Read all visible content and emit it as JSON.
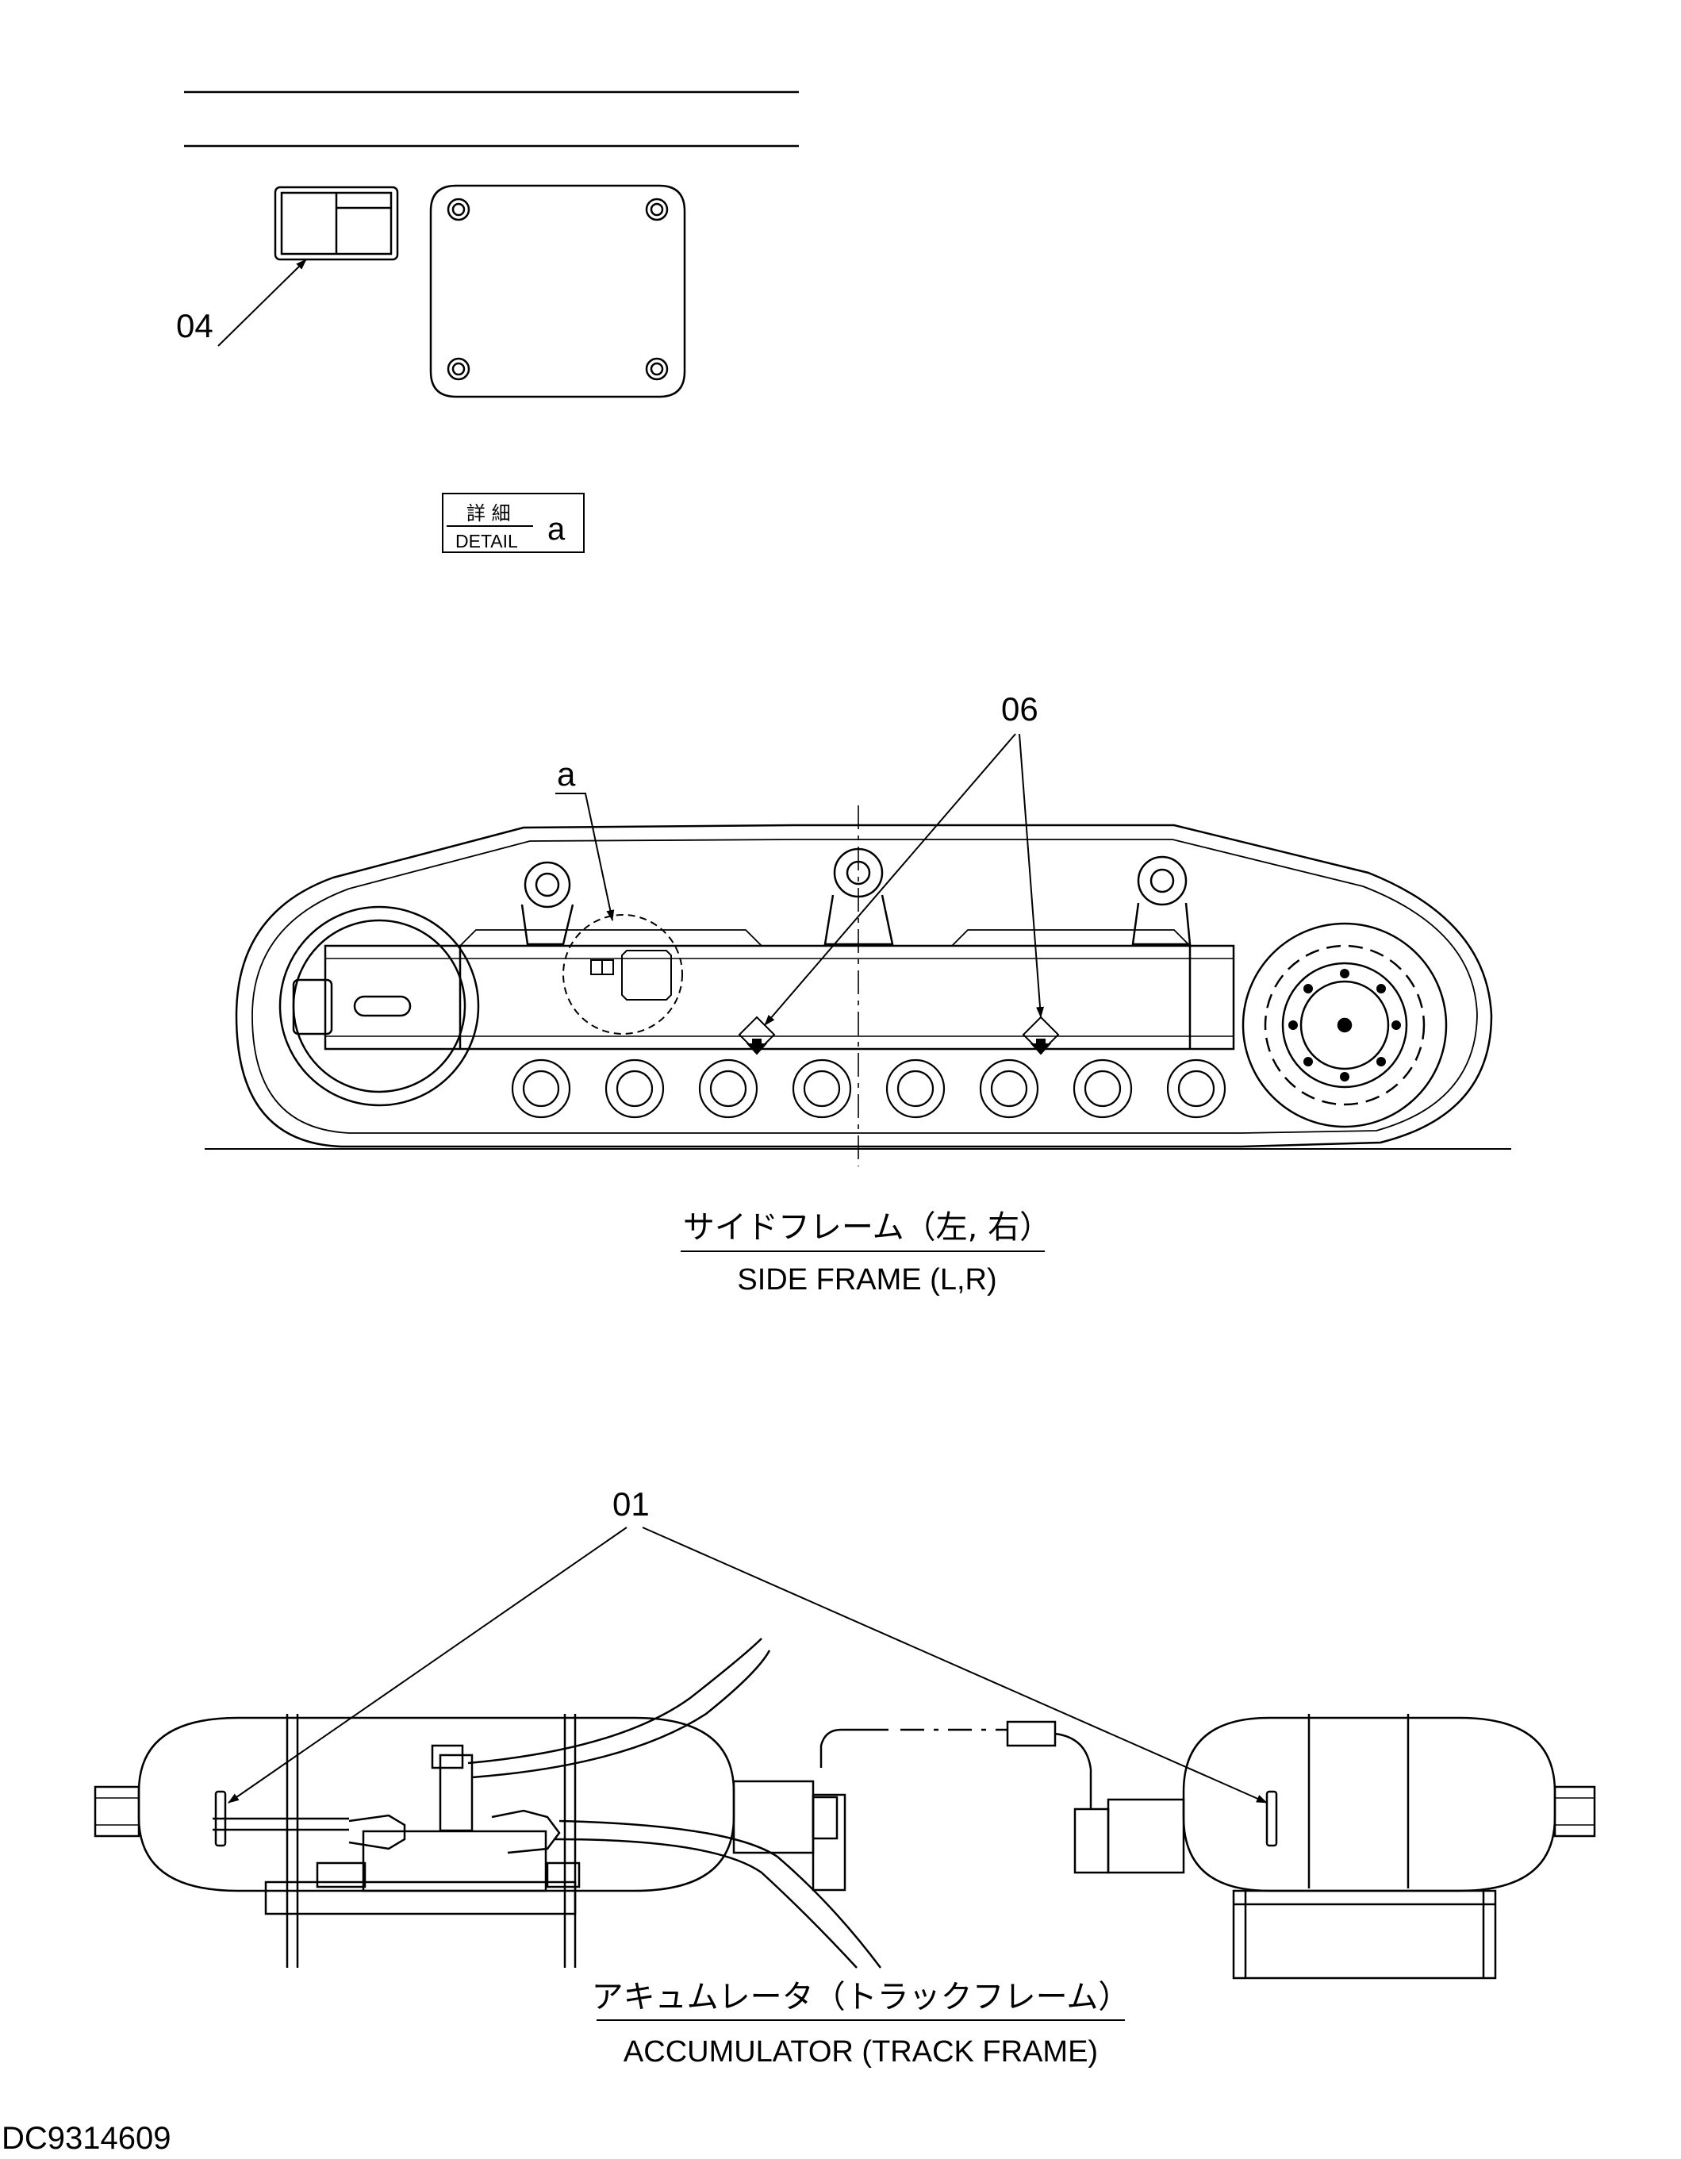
{
  "callouts": {
    "c04": "04",
    "c06": "06",
    "c01": "01",
    "ca": "a"
  },
  "detail_box": {
    "jp": "詳 細",
    "en": "DETAIL",
    "letter": "a"
  },
  "captions": {
    "side_frame_jp": "サイドフレーム（左, 右）",
    "side_frame_en": "SIDE  FRAME (L,R)",
    "accumulator_jp": "アキュムレータ（トラックフレーム）",
    "accumulator_en": "ACCUMULATOR (TRACK  FRAME)"
  },
  "drawing_number": "DC9314609"
}
